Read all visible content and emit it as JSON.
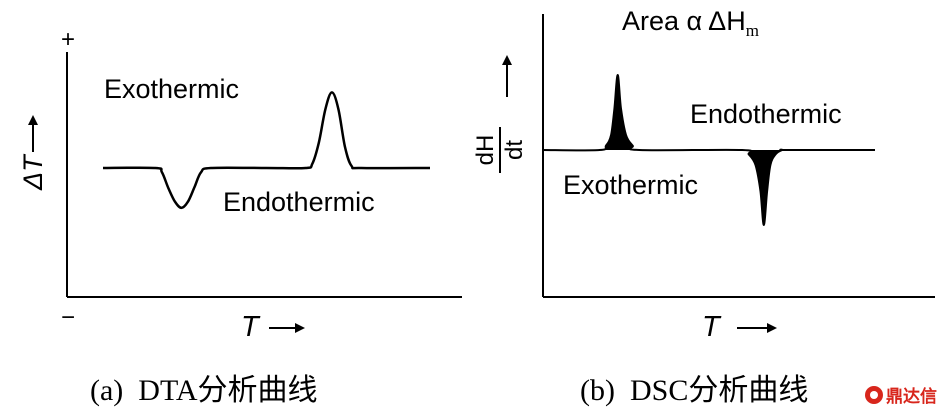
{
  "chart_data": [
    {
      "type": "line",
      "panel_caption": "(a)  DTA分析曲线",
      "ylabel": "ΔT",
      "xlabel": "T",
      "y_top_sign": "+",
      "y_bottom_sign": "−",
      "annotations": [
        "Exothermic",
        "Endothermic"
      ],
      "series": [
        {
          "x": [
            0.0,
            0.16,
            0.18,
            0.2,
            0.22,
            0.24,
            0.26,
            0.28,
            0.3,
            0.33,
            0.5,
            0.62,
            0.64,
            0.66,
            0.68,
            0.7,
            0.72,
            0.74,
            0.76,
            0.79,
            1.0
          ],
          "y": [
            0.0,
            0.0,
            -0.1,
            -0.48,
            -0.8,
            -0.95,
            -0.8,
            -0.45,
            -0.1,
            0.0,
            0.0,
            0.0,
            0.1,
            0.6,
            1.4,
            1.8,
            1.4,
            0.5,
            0.05,
            0.0,
            0.0
          ]
        }
      ]
    },
    {
      "type": "line",
      "panel_caption": "(b)  DSC分析曲线",
      "ylabel_num": "dH",
      "ylabel_den": "dt",
      "xlabel": "T",
      "top_annotation": "Area α ΔH",
      "top_annotation_sub": "m",
      "annotations": [
        "Endothermic",
        "Exothermic"
      ],
      "series": [
        {
          "x": [
            0.0,
            0.17,
            0.19,
            0.205,
            0.215,
            0.225,
            0.235,
            0.25,
            0.27,
            0.29,
            0.6,
            0.62,
            0.64,
            0.655,
            0.665,
            0.675,
            0.685,
            0.7,
            0.72,
            0.74,
            1.0
          ],
          "y": [
            0.0,
            0.0,
            0.06,
            0.2,
            0.55,
            1.0,
            0.55,
            0.2,
            0.06,
            0.0,
            0.0,
            -0.06,
            -0.2,
            -0.55,
            -1.0,
            -0.55,
            -0.2,
            -0.06,
            0.0,
            0.0,
            0.0
          ]
        }
      ]
    }
  ],
  "watermark": {
    "text": "鼎达信",
    "color": "#d8261c"
  }
}
